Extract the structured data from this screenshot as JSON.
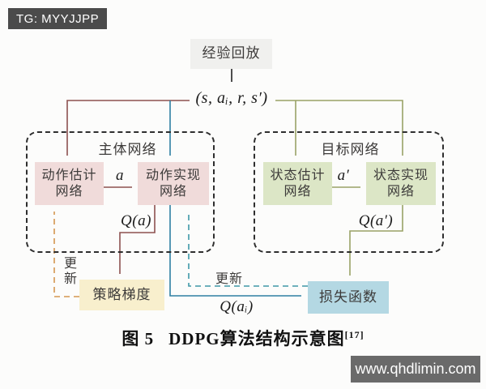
{
  "badge": {
    "text": "TG: MYYJJPP"
  },
  "watermark": {
    "text": "www.qhdlimin.com"
  },
  "caption": {
    "figure_label": "图 5",
    "title": "DDPG算法结构示意图",
    "reference": "[17]"
  },
  "colors": {
    "maroon": "#8d5150",
    "blue": "#2e7fa3",
    "olive": "#99a266",
    "teal": "#3e98a8",
    "orange": "#d4964f",
    "ink": "#2e2e2e",
    "pink": "#f0dbda",
    "green": "#dce6c6",
    "yellow": "#f8efcd",
    "lblue": "#b4d8e3",
    "boxgray": "#f0f0ee",
    "badge": "#4b4b4b",
    "wm": "#6a6a6a",
    "text": "#3c3a39",
    "bg": "#fcfcfb"
  },
  "diagram": {
    "experience_replay": "经验回放",
    "tuple": "(s, aᵢ, r, s′)",
    "main_network": {
      "title": "主体网络",
      "action_estimation": "动作估计\n网络",
      "action_realization": "动作实现\n网络"
    },
    "target_network": {
      "title": "目标网络",
      "state_estimation": "状态估计\n网络",
      "state_realization": "状态实现\n网络"
    },
    "policy_gradient": "策略梯度",
    "loss_function": "损失函数",
    "labels": {
      "a": "a",
      "a_prime": "a′",
      "q_a": "Q(a)",
      "q_a_prime": "Q(a′)",
      "q_a_i": "Q(aᵢ)",
      "update_left": "更新",
      "update_right": "更新"
    }
  }
}
